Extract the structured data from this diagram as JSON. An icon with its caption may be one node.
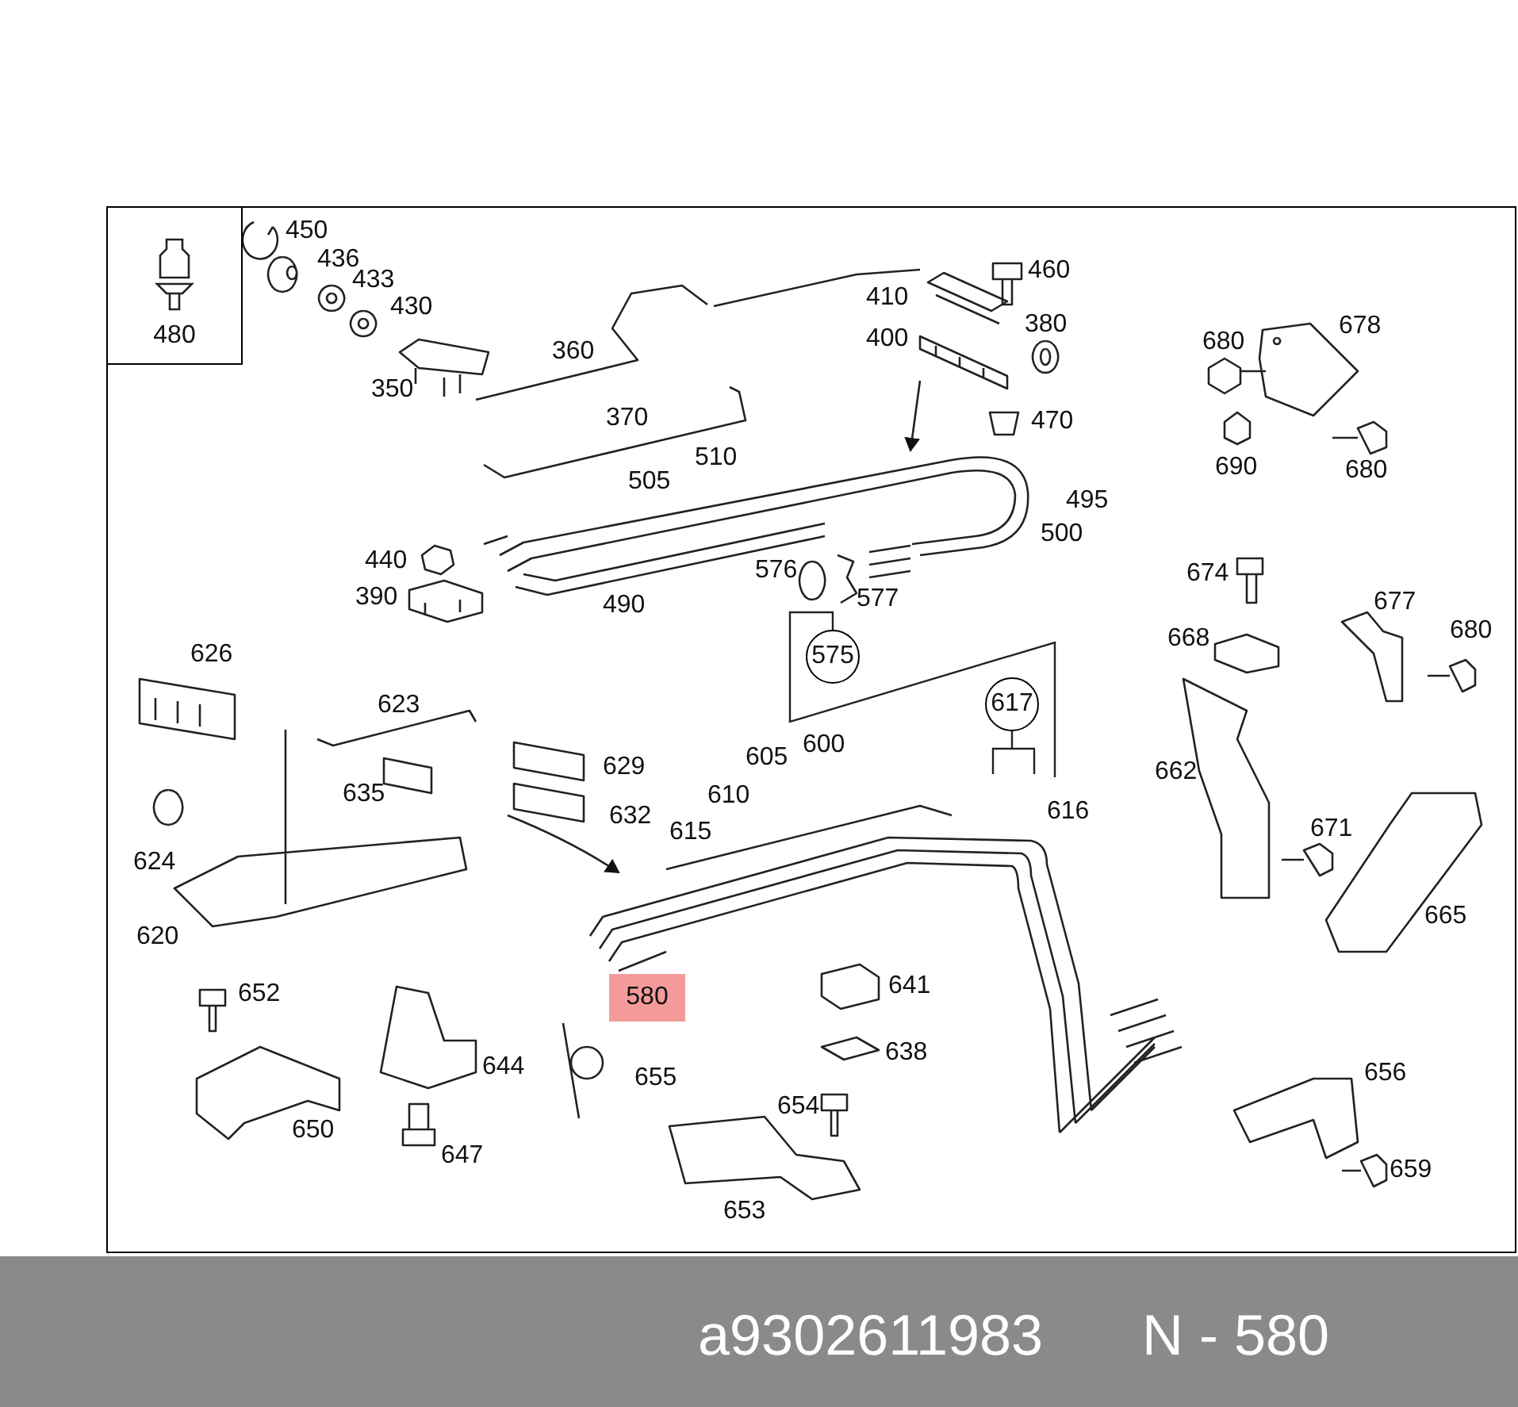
{
  "diagram": {
    "nodes": [
      {
        "text": [
          "480"
        ]
      },
      {
        "text": [
          "575"
        ]
      },
      {
        "text": [
          "617"
        ]
      },
      {
        "text": [
          "580"
        ]
      }
    ],
    "edges": [
      {
        "from": 1,
        "to": null,
        "arrow": "none"
      },
      {
        "from": 2,
        "to": null,
        "arrow": "none"
      }
    ],
    "labels": [
      "450",
      "436",
      "460",
      "433",
      "410",
      "430",
      "380",
      "678",
      "360",
      "400",
      "680",
      "350",
      "470",
      "370",
      "510",
      "690",
      "680",
      "505",
      "495",
      "500",
      "440",
      "576",
      "674",
      "577",
      "390",
      "490",
      "677",
      "680",
      "668",
      "626",
      "623",
      "600",
      "605",
      "629",
      "662",
      "635",
      "610",
      "616",
      "632",
      "615",
      "671",
      "624",
      "665",
      "620",
      "641",
      "652",
      "638",
      "644",
      "656",
      "655",
      "654",
      "650",
      "647",
      "659",
      "653",
      "a9302611983",
      "N - 580"
    ]
  }
}
